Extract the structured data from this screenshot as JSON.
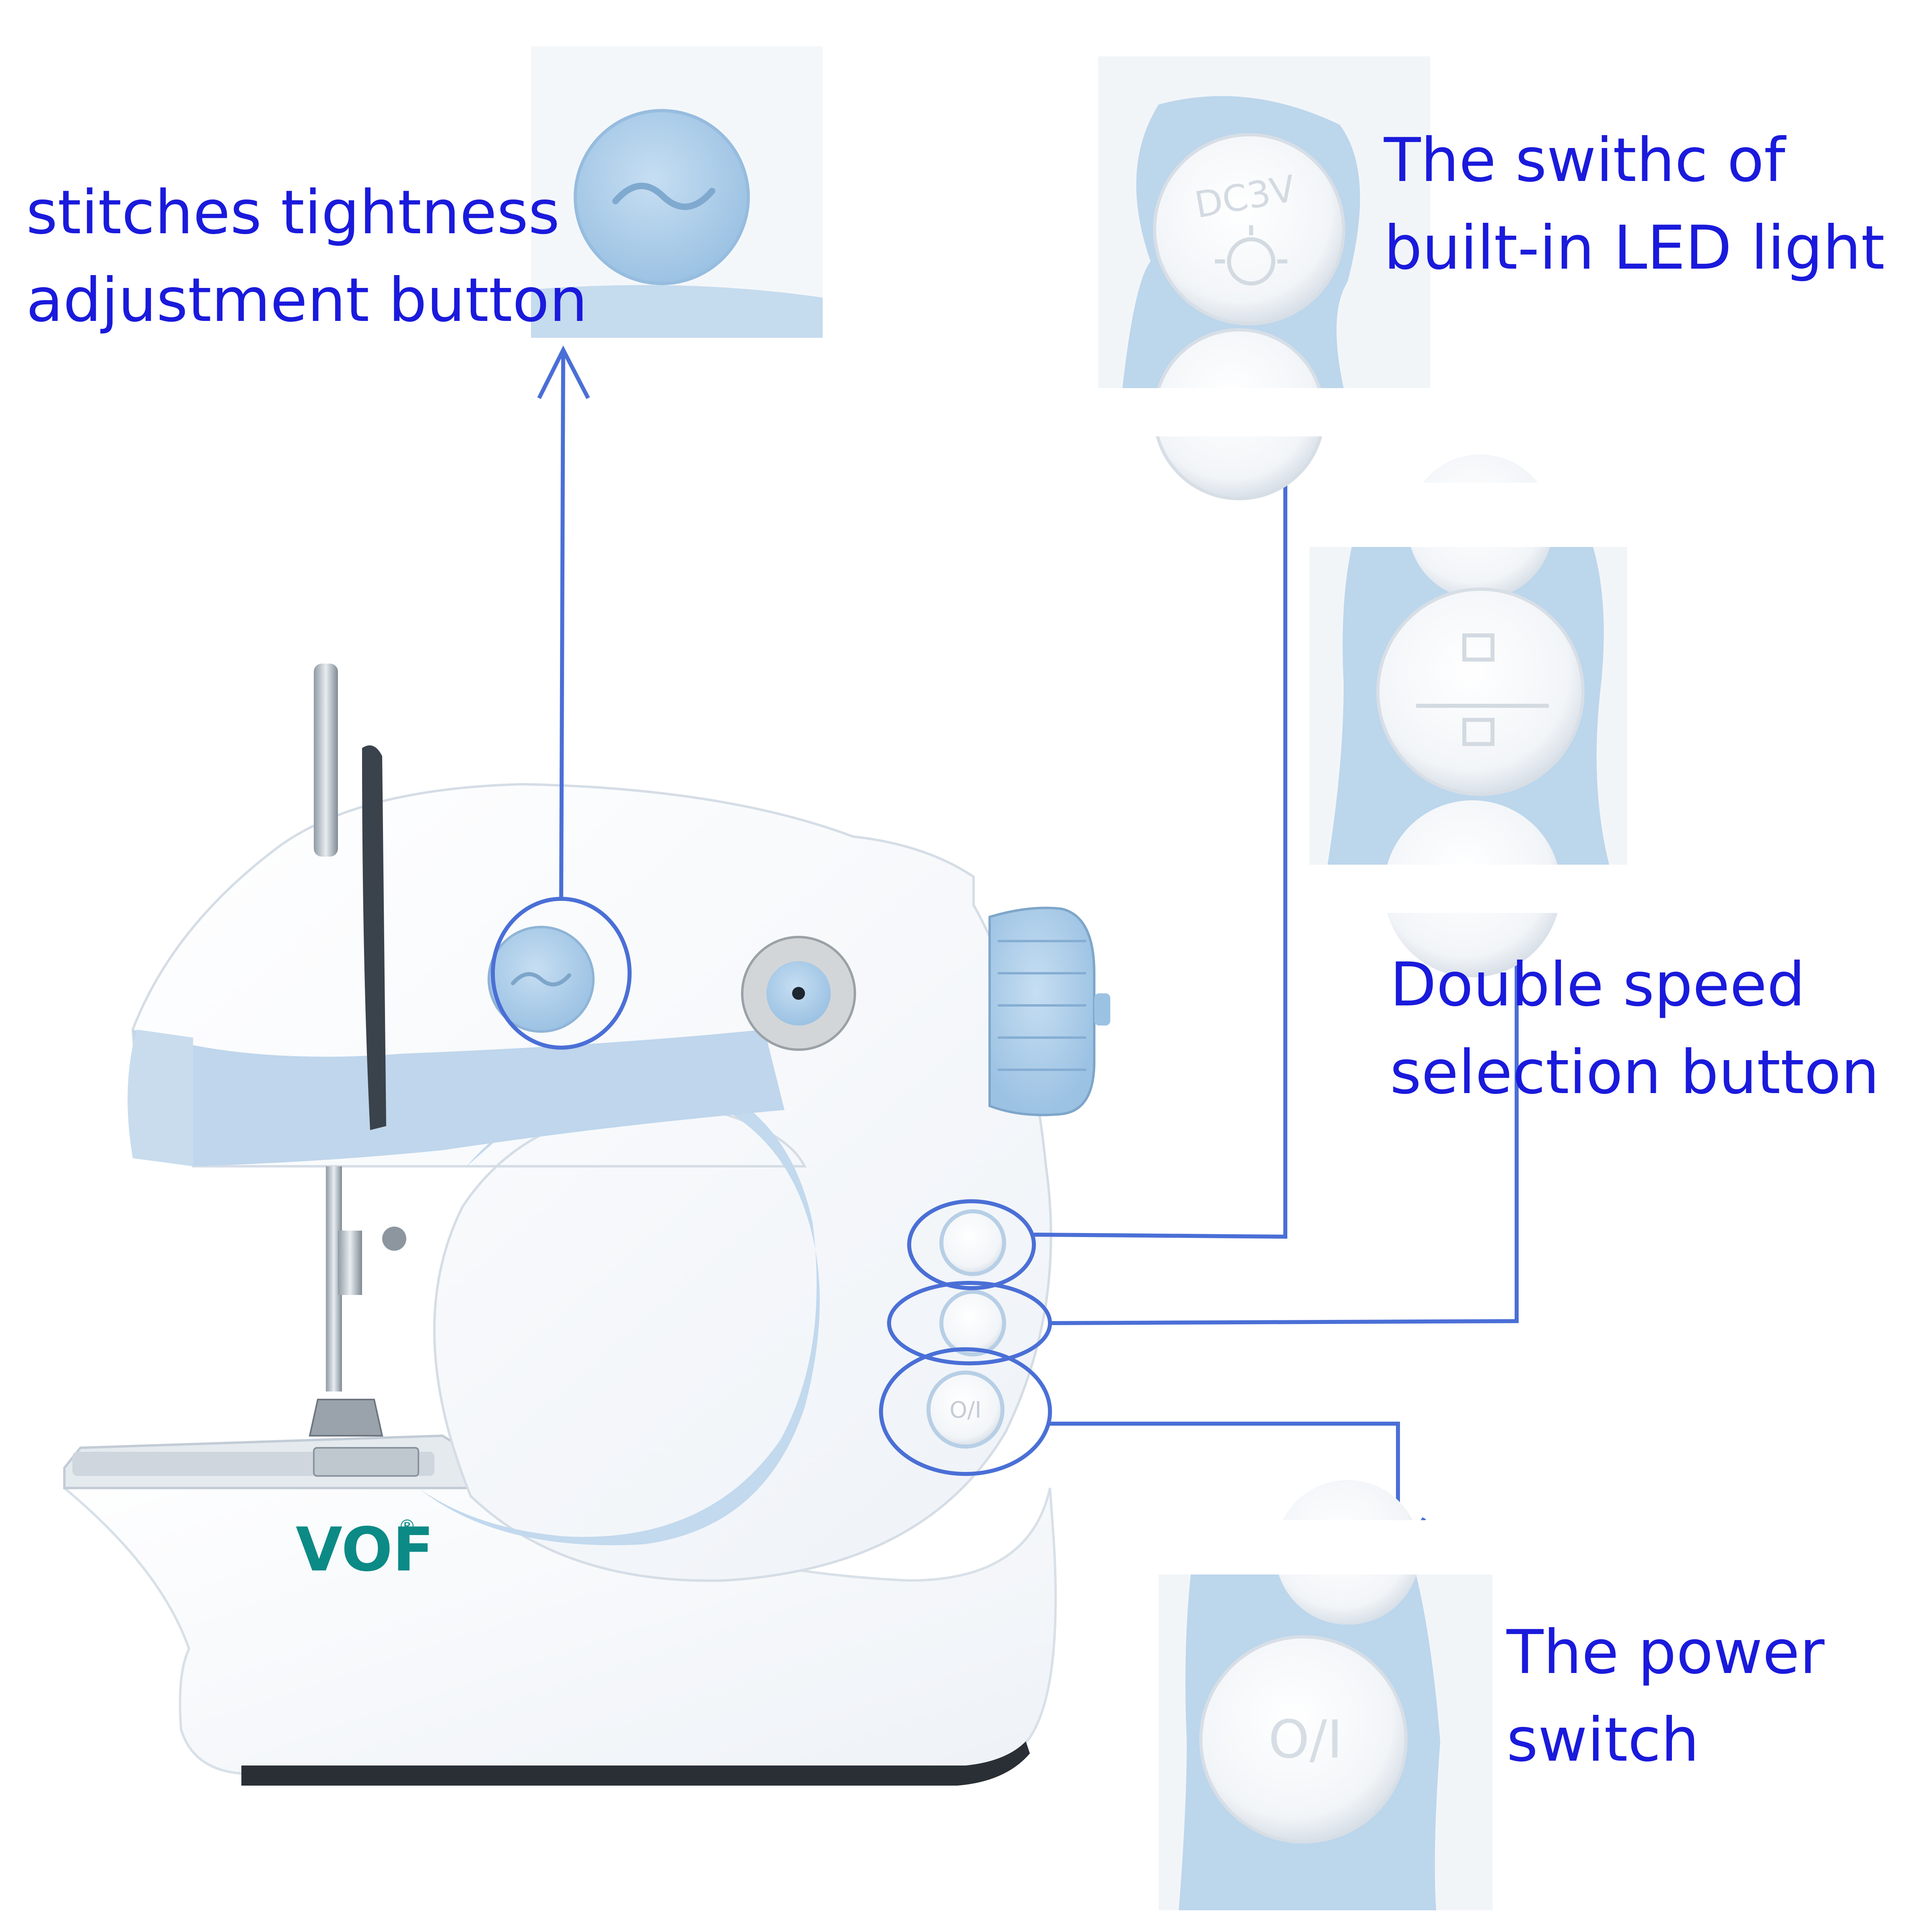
{
  "brand": {
    "logo_text": "VOF",
    "registered_mark": "®",
    "accent_color": "#0c8a86"
  },
  "labels": {
    "tension": {
      "line1": "stitches tightness",
      "line2": "adjustment button"
    },
    "led": {
      "line1": "The swithc of",
      "line2": "built-in LED light"
    },
    "speed": {
      "line1": "Double speed",
      "line2": "selection button"
    },
    "power": {
      "line1": "The power",
      "line2": "switch"
    }
  },
  "button_markings": {
    "led": "DC3V",
    "power": "O/I"
  },
  "colors": {
    "label_text": "#1a1adc",
    "callout_line": "#4a6fd6",
    "machine_body": "#ffffff",
    "machine_accent": "#b9d3ea",
    "knob": "#a9cbe6"
  },
  "icons": {
    "tension_knob": "tension-dial-icon",
    "led_switch": "light-bulb-icon",
    "speed_switch": "speed-selector-icon",
    "power_switch": "power-icon"
  }
}
